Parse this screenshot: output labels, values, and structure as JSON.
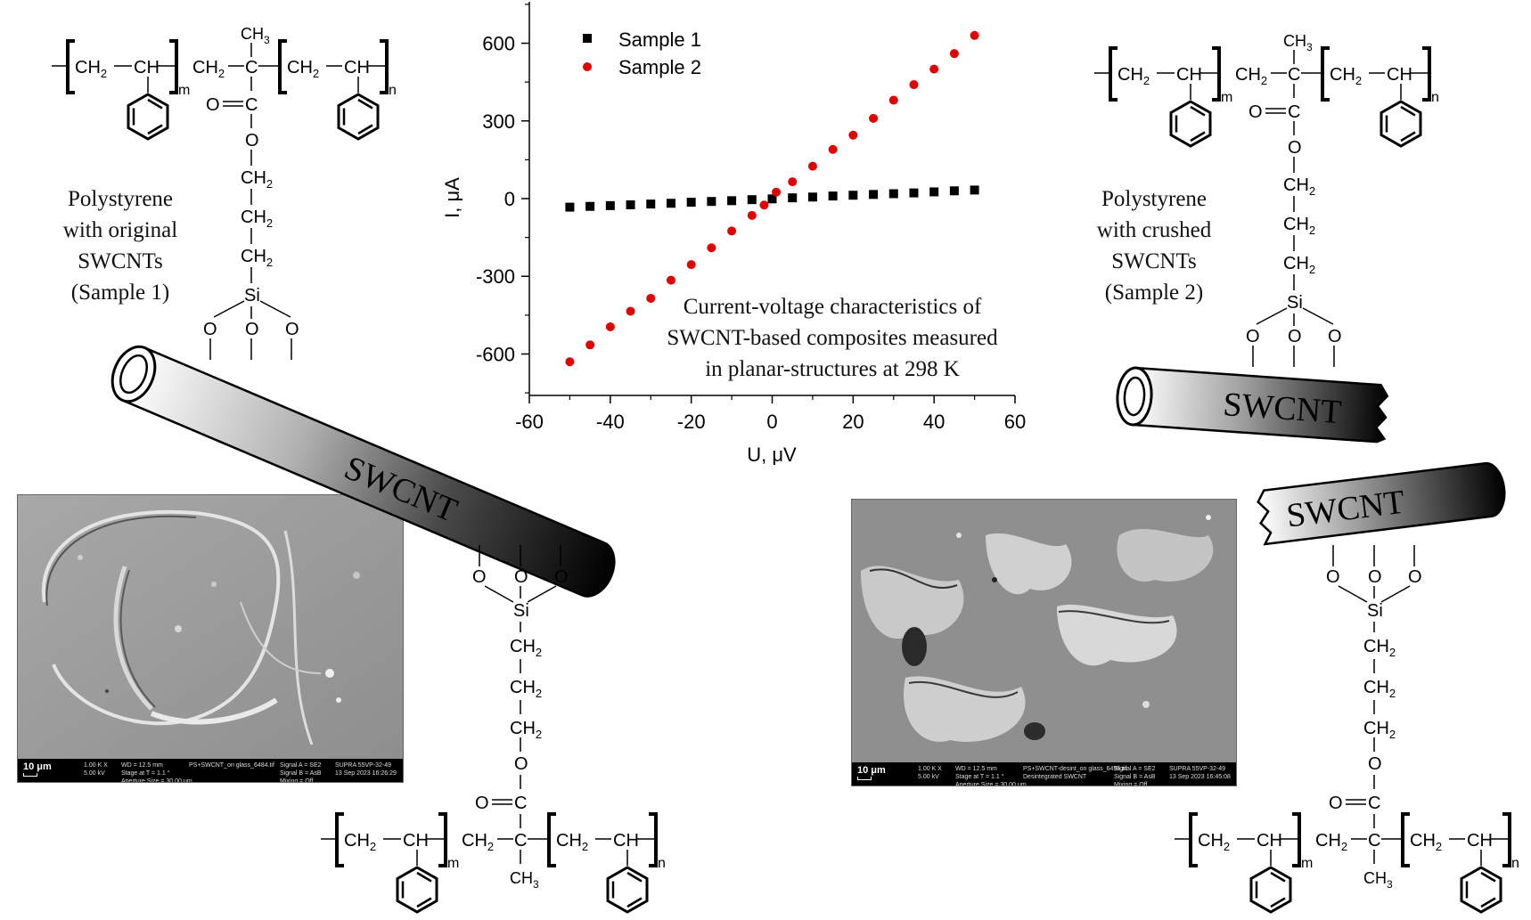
{
  "chart_data": {
    "type": "scatter",
    "xlabel": "U, μV",
    "ylabel": "I, μA",
    "xlim": [
      -60,
      60
    ],
    "ylim": [
      -760,
      760
    ],
    "xticks": [
      -60,
      -40,
      -20,
      0,
      20,
      40,
      60
    ],
    "yticks": [
      -600,
      -300,
      0,
      300,
      600
    ],
    "legend_position": "top-left",
    "series": [
      {
        "name": "Sample 1",
        "marker": "square",
        "color": "#000000",
        "x": [
          -50,
          -45,
          -40,
          -35,
          -30,
          -25,
          -20,
          -15,
          -10,
          -5,
          0,
          5,
          10,
          15,
          20,
          25,
          30,
          35,
          40,
          45,
          50
        ],
        "y": [
          -33,
          -30,
          -27,
          -24,
          -21,
          -18,
          -14,
          -11,
          -8,
          -4,
          -1,
          3,
          6,
          10,
          13,
          16,
          19,
          22,
          26,
          30,
          33
        ]
      },
      {
        "name": "Sample 2",
        "marker": "circle",
        "color": "#e00000",
        "x": [
          -50,
          -45,
          -40,
          -35,
          -30,
          -25,
          -20,
          -15,
          -10,
          -5,
          -2,
          1,
          5,
          10,
          15,
          20,
          25,
          30,
          35,
          40,
          45,
          50
        ],
        "y": [
          -630,
          -565,
          -495,
          -435,
          -385,
          -315,
          -255,
          -190,
          -125,
          -65,
          -25,
          25,
          65,
          125,
          190,
          245,
          310,
          380,
          440,
          500,
          560,
          630
        ]
      }
    ]
  },
  "chart_caption": [
    "Current-voltage characteristics of",
    "SWCNT-based composites measured",
    "in planar-structures at 298 K"
  ],
  "captions": {
    "sample1": [
      "Polystyrene",
      "with original",
      "SWCNTs",
      "(Sample 1)"
    ],
    "sample2": [
      "Polystyrene",
      "with crushed",
      "SWCNTs",
      "(Sample 2)"
    ]
  },
  "tube_label": "SWCNT",
  "chem": {
    "ch2": "CH",
    "ch": "CH",
    "c": "C",
    "ch3": "CH",
    "o": "O",
    "si": "Si",
    "sub2": "2",
    "sub3": "3",
    "m": "m",
    "n": "n"
  },
  "sem1": {
    "scale": "10 μm",
    "meta": [
      "1.00 K X\n5.00 kV",
      "WD = 12.5 mm\nStage at T = 1.1 °\nAperture Size = 30.00 μm",
      "PS+SWCNT_on glass_6484.tif",
      "Signal A = SE2\nSignal B = AsB\nMixing = Off",
      "SUPRA 55VP-32-49\n13 Sep 2023 16:26:29"
    ]
  },
  "sem2": {
    "scale": "10 μm",
    "meta": [
      "1.00 K X\n5.00 kV",
      "WD = 12.5 mm\nStage at T = 1.1 °\nAperture Size = 30.00 μm",
      "PS+SWCNT-desint_on glass_6496.tif\nDesintegrated SWCNT",
      "Signal A = SE2\nSignal B = AsB\nMixing = Off",
      "SUPRA 55VP-32-49\n13 Sep 2023 16:45:08"
    ]
  }
}
